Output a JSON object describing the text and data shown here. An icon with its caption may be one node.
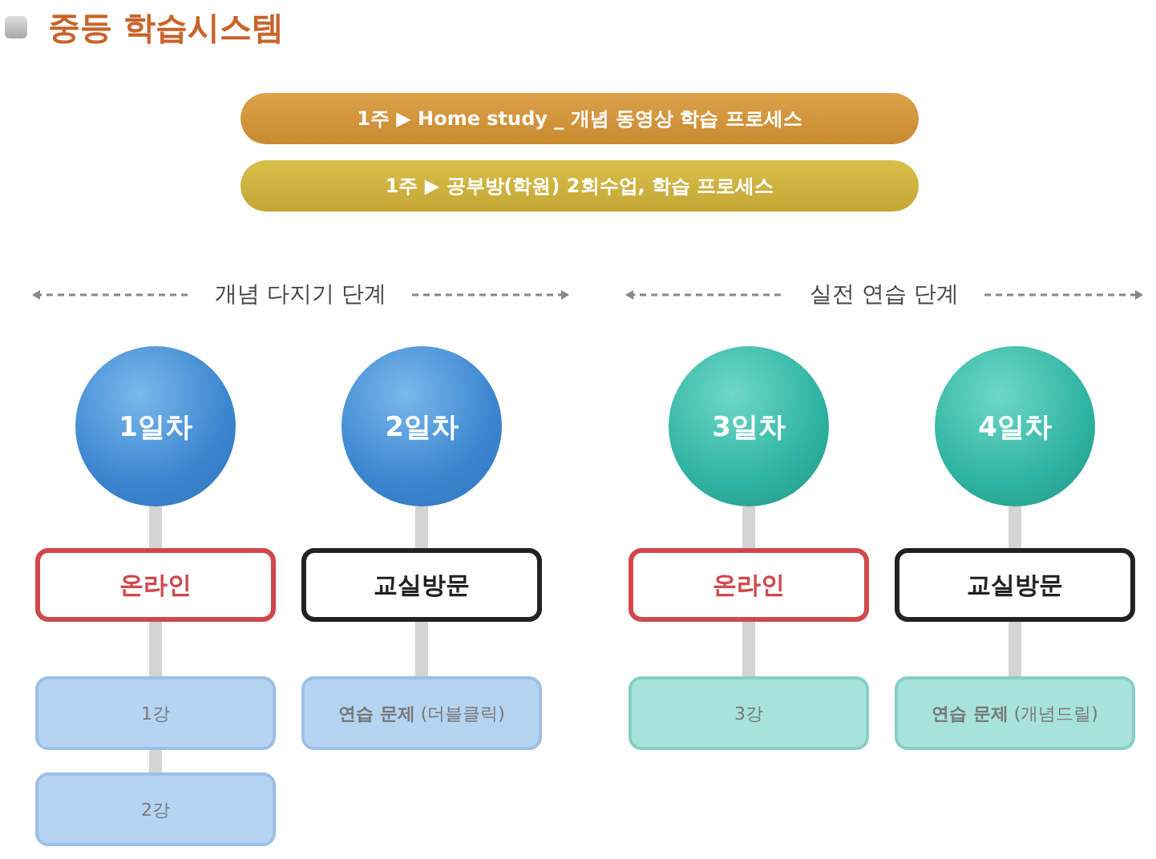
{
  "diagram": {
    "title": "중등 학습시스템",
    "nodes": [
      {
        "text": [
          "1주 ▶ Home study _ 개념 동영상 학습 프로세스"
        ]
      },
      {
        "text": [
          "1주 ▶ 공부방(학원) 2회수업, 학습 프로세스"
        ]
      },
      {
        "text": [
          "1일차"
        ]
      },
      {
        "text": [
          "2일차"
        ]
      },
      {
        "text": [
          "3일차"
        ]
      },
      {
        "text": [
          "4일차"
        ]
      },
      {
        "text": [
          "온라인"
        ]
      },
      {
        "text": [
          "교실방문"
        ]
      },
      {
        "text": [
          "온라인"
        ]
      },
      {
        "text": [
          "교실방문"
        ]
      },
      {
        "text": [
          "1강"
        ]
      },
      {
        "text": [
          "**연습 문제** (더블클릭)"
        ]
      },
      {
        "text": [
          "3강"
        ]
      },
      {
        "text": [
          "**연습 문제** (개념드릴)"
        ]
      },
      {
        "text": [
          "2강"
        ]
      }
    ],
    "edges": [
      {
        "from": 2,
        "to": 6,
        "arrow": "none"
      },
      {
        "from": 6,
        "to": 10,
        "arrow": "none"
      },
      {
        "from": 10,
        "to": 14,
        "arrow": "none"
      },
      {
        "from": 3,
        "to": 7,
        "arrow": "none"
      },
      {
        "from": 7,
        "to": 11,
        "arrow": "none"
      },
      {
        "from": 4,
        "to": 8,
        "arrow": "none"
      },
      {
        "from": 8,
        "to": 12,
        "arrow": "none"
      },
      {
        "from": 5,
        "to": 9,
        "arrow": "none"
      },
      {
        "from": 9,
        "to": 13,
        "arrow": "none"
      }
    ],
    "labels": [
      "개념 다지기 단계",
      "실전 연습 단계"
    ]
  }
}
